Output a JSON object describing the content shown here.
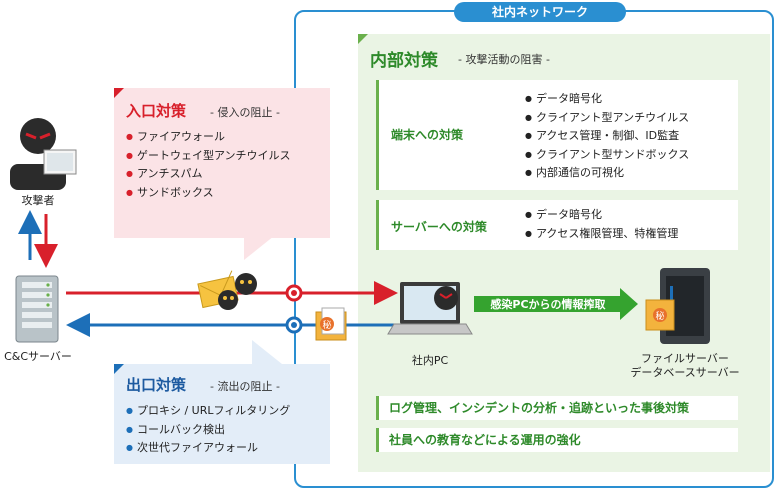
{
  "network_label": "社内ネットワーク",
  "internal": {
    "title": "内部対策",
    "subtitle": "- 攻撃活動の阻害 -",
    "endpoint": {
      "label": "端末への対策",
      "items": [
        "データ暗号化",
        "クライアント型アンチウイルス",
        "アクセス管理・制御、ID監査",
        "クライアント型サンドボックス",
        "内部通信の可視化"
      ]
    },
    "server": {
      "label": "サーバーへの対策",
      "items": [
        "データ暗号化",
        "アクセス権限管理、特権管理"
      ]
    },
    "bottom_bars": [
      "ログ管理、インシデントの分析・追跡といった事後対策",
      "社員への教育などによる運用の強化"
    ]
  },
  "entry": {
    "title": "入口対策",
    "subtitle": "- 侵入の阻止 -",
    "items": [
      "ファイアウォール",
      "ゲートウェイ型アンチウイルス",
      "アンチスパム",
      "サンドボックス"
    ]
  },
  "exit": {
    "title": "出口対策",
    "subtitle": "- 流出の阻止 -",
    "items": [
      "プロキシ / URLフィルタリング",
      "コールバック検出",
      "次世代ファイアウォール"
    ]
  },
  "actors": {
    "attacker": "攻撃者",
    "cc_server": "C&Cサーバー",
    "internal_pc": "社内PC",
    "file_server_line1": "ファイルサーバー",
    "file_server_line2": "データベースサーバー",
    "theft_label": "感染PCからの情報搾取",
    "secret_mark": "秘"
  },
  "colors": {
    "blue": "#2a8fd1",
    "red": "#d8202b",
    "green": "#2e8a2a",
    "navy": "#1d5aa0"
  }
}
